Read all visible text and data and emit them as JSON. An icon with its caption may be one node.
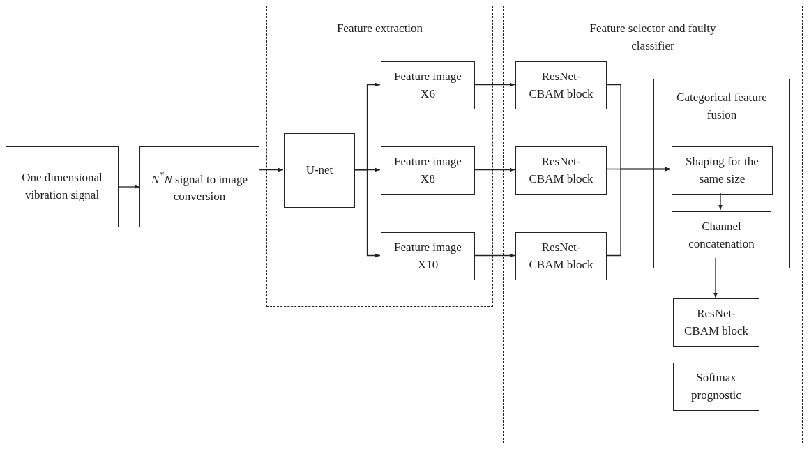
{
  "diagram": {
    "nodes": [
      {
        "text": [
          "One dimensional vibration signal"
        ]
      },
      {
        "text": [
          "*N*$^{*}$*N* signal to image conversion"
        ]
      },
      {
        "text": [
          "Feature extraction"
        ]
      },
      {
        "text": [
          "U-net"
        ],
        "in": 2
      },
      {
        "text": [
          "Feature image X6"
        ],
        "in": 2
      },
      {
        "text": [
          "Feature image X8"
        ],
        "in": 2
      },
      {
        "text": [
          "Feature image X10"
        ],
        "in": 2
      },
      {
        "text": [
          "Feature selector and faulty classifier"
        ]
      },
      {
        "text": [
          "ResNet- CBAM block"
        ],
        "in": 7
      },
      {
        "text": [
          "ResNet- CBAM block"
        ],
        "in": 7
      },
      {
        "text": [
          "ResNet- CBAM block"
        ],
        "in": 7
      },
      {
        "text": [
          "Categorical feature fusion"
        ],
        "in": 7
      },
      {
        "text": [
          "Shaping for the same size"
        ],
        "in": 11
      },
      {
        "text": [
          "Channel concatenation"
        ],
        "in": 11
      },
      {
        "text": [
          "ResNet- CBAM block"
        ],
        "in": 7
      },
      {
        "text": [
          "Softmax prognostic"
        ],
        "in": 7
      }
    ],
    "edges": [
      {
        "from": 0,
        "to": 1,
        "arrow": "to"
      },
      {
        "from": 1,
        "to": 3,
        "arrow": "to"
      },
      {
        "from": 3,
        "to": 4,
        "arrow": "to"
      },
      {
        "from": 3,
        "to": 5,
        "arrow": "to"
      },
      {
        "from": 3,
        "to": 6,
        "arrow": "to"
      },
      {
        "from": 4,
        "to": 8,
        "arrow": "to"
      },
      {
        "from": 5,
        "to": 9,
        "arrow": "to"
      },
      {
        "from": 6,
        "to": 10,
        "arrow": "to"
      },
      {
        "from": 8,
        "to": 12,
        "arrow": "to"
      },
      {
        "from": 9,
        "to": 12,
        "arrow": "to"
      },
      {
        "from": 10,
        "to": 12,
        "arrow": "to"
      },
      {
        "from": 12,
        "to": 13,
        "arrow": "to"
      },
      {
        "from": 13,
        "to": 14,
        "arrow": "to"
      }
    ]
  }
}
